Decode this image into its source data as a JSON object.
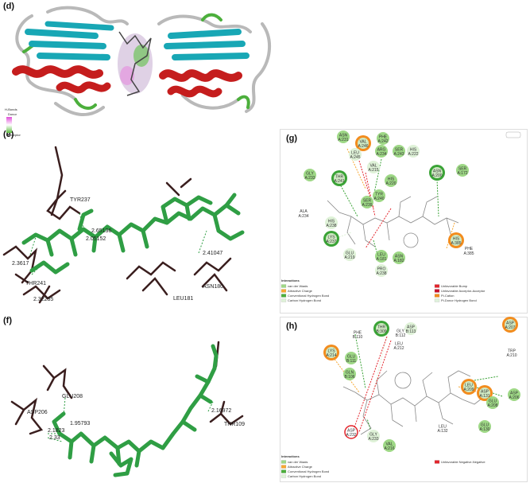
{
  "panels": {
    "d": {
      "label": "(d)",
      "legend_title": "H-Bonds",
      "legend_top": "Donor",
      "legend_bottom": "Acceptor"
    },
    "e": {
      "label": "(e)",
      "residues": [
        "TYR237",
        "THR241",
        "ASN180",
        "LEU181"
      ],
      "distances": [
        "2.65136",
        "2.05152",
        "2.41047",
        "2.3617",
        "2.32235"
      ]
    },
    "f": {
      "label": "(f)",
      "residues": [
        "GLU208",
        "ASP206",
        "THR109"
      ],
      "distances": [
        "1.95793",
        "2.1823",
        "2.33",
        "2.16972"
      ]
    },
    "g": {
      "label": "(g)",
      "residues": [
        {
          "name": "ASN",
          "num": "A:231",
          "type": "vdw"
        },
        {
          "name": "PHE",
          "num": "A:242",
          "type": "vdw"
        },
        {
          "name": "VAL",
          "num": "A:246",
          "type": "pi"
        },
        {
          "name": "ARG",
          "num": "A:234",
          "type": "vdw"
        },
        {
          "name": "LEU",
          "num": "A:245",
          "type": "carbon"
        },
        {
          "name": "SER",
          "num": "A:243",
          "type": "vdw"
        },
        {
          "name": "HIS",
          "num": "A:222",
          "type": "carbon"
        },
        {
          "name": "ASN",
          "num": "A:200",
          "type": "conv"
        },
        {
          "name": "SER",
          "num": "A:172",
          "type": "vdw"
        },
        {
          "name": "GLY",
          "num": "A:233",
          "type": "vdw"
        },
        {
          "name": "THR",
          "num": "A:241",
          "type": "conv"
        },
        {
          "name": "VAL",
          "num": "A:215",
          "type": "carbon"
        },
        {
          "name": "HIS",
          "num": "A:220",
          "type": "vdw"
        },
        {
          "name": "TYR",
          "num": "A:240",
          "type": "vdw"
        },
        {
          "name": "SER",
          "num": "A:239",
          "type": "vdw"
        },
        {
          "name": "HIS",
          "num": "A:238",
          "type": "carbon"
        },
        {
          "name": "LYS",
          "num": "A:237",
          "type": "conv"
        },
        {
          "name": "HIS",
          "num": "A:385",
          "type": "pi"
        },
        {
          "name": "GLU",
          "num": "A:219",
          "type": "carbon"
        },
        {
          "name": "LEU",
          "num": "A:181",
          "type": "vdw"
        },
        {
          "name": "ASN",
          "num": "A:182",
          "type": "vdw"
        },
        {
          "name": "PRO",
          "num": "A:238",
          "type": "carbon"
        }
      ],
      "plain_labels": [
        {
          "name": "ALA",
          "num": "A:234"
        },
        {
          "name": "PHE",
          "num": "A:385"
        }
      ],
      "legend_title": "Interactions",
      "legend": [
        {
          "text": "van der Waals",
          "color": "#9ed886"
        },
        {
          "text": "Attractive Charge",
          "color": "#f7a832"
        },
        {
          "text": "Conventional Hydrogen Bond",
          "color": "#4caf3c"
        },
        {
          "text": "Carbon Hydrogen Bond",
          "color": "#dff2d8"
        },
        {
          "text": "Unfavorable Bump",
          "color": "#e3242b"
        },
        {
          "text": "Unfavorable Acceptor-Acceptor",
          "color": "#c8102e"
        },
        {
          "text": "Pi-Cation",
          "color": "#f28c1e"
        },
        {
          "text": "Pi-Donor Hydrogen Bond",
          "color": "#e0f2dc"
        }
      ]
    },
    "h": {
      "label": "(h)",
      "residues": [
        {
          "name": "ASP",
          "num": "B:113",
          "type": "carbon"
        },
        {
          "name": "THR",
          "num": "B:309",
          "type": "conv"
        },
        {
          "name": "GLY",
          "num": "B:112",
          "type": "plain"
        },
        {
          "name": "PHE",
          "num": "B:110",
          "type": "plain"
        },
        {
          "name": "LEU",
          "num": "A:212",
          "type": "plain"
        },
        {
          "name": "LYS",
          "num": "A:214",
          "type": "pi"
        },
        {
          "name": "GLU",
          "num": "B:111",
          "type": "vdw"
        },
        {
          "name": "GLN",
          "num": "B:106",
          "type": "vdw"
        },
        {
          "name": "ASP",
          "num": "A:207",
          "type": "pi"
        },
        {
          "name": "TRP",
          "num": "A:210",
          "type": "plain"
        },
        {
          "name": "LEU",
          "num": "A:209",
          "type": "pi"
        },
        {
          "name": "ASP",
          "num": "A:131",
          "type": "pi"
        },
        {
          "name": "GLU",
          "num": "A:208",
          "type": "vdw"
        },
        {
          "name": "ASP",
          "num": "A:206",
          "type": "vdw"
        },
        {
          "name": "LEU",
          "num": "A:132",
          "type": "plain"
        },
        {
          "name": "GLU",
          "num": "A:130",
          "type": "vdw"
        },
        {
          "name": "ASP",
          "num": "A:232",
          "type": "unf"
        },
        {
          "name": "GLY",
          "num": "A:233",
          "type": "carbon"
        },
        {
          "name": "VAL",
          "num": "A:216",
          "type": "vdw"
        }
      ],
      "legend_title": "Interactions",
      "legend": [
        {
          "text": "van der Waals",
          "color": "#9ed886"
        },
        {
          "text": "Attractive Charge",
          "color": "#f7a832"
        },
        {
          "text": "Conventional Hydrogen Bond",
          "color": "#4caf3c"
        },
        {
          "text": "Carbon Hydrogen Bond",
          "color": "#dff2d8"
        },
        {
          "text": "Unfavorable Negative-Negative",
          "color": "#e3242b"
        }
      ]
    }
  },
  "colors": {
    "vdw": "#9ed886",
    "conv": "#3aa336",
    "carbon": "#dff2d8",
    "pi": "#f28c1e",
    "unf": "#e3242b",
    "plain": "#ffffff",
    "ligand_green": "#2f9e44",
    "protein_dark": "#3a1e1e",
    "helix": "#c51d1d",
    "sheet": "#18a7b5",
    "coil": "#b9b9b9"
  }
}
